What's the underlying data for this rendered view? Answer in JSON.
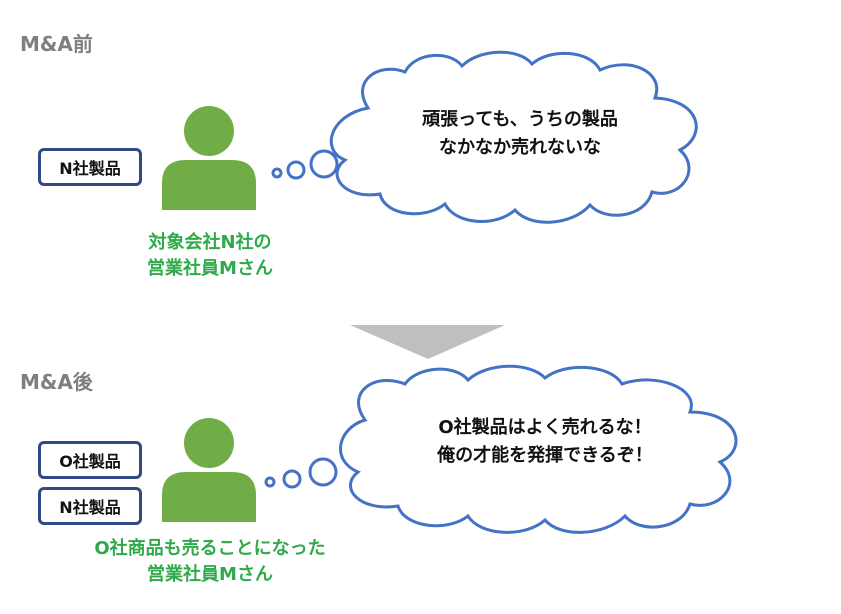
{
  "before": {
    "title": "M&A前",
    "products": [
      "N社製品"
    ],
    "person_caption": [
      "対象会社N社の",
      "営業社員Mさん"
    ],
    "thought": [
      "頑張っても、うちの製品",
      "なかなか売れないな"
    ]
  },
  "after": {
    "title": "M&A後",
    "products": [
      "O社製品",
      "N社製品"
    ],
    "person_caption": [
      "O社商品も売ることになった",
      "営業社員Mさん"
    ],
    "thought": [
      "O社製品はよく売れるな！",
      "俺の才能を発揮できるぞ！"
    ]
  },
  "colors": {
    "person": "#70ad47",
    "box_border": "#2f4a85",
    "cloud_border": "#4472c4",
    "caption": "#2eaa4a",
    "arrow": "#bfbfbf",
    "section_title": "#7f7f7f"
  }
}
